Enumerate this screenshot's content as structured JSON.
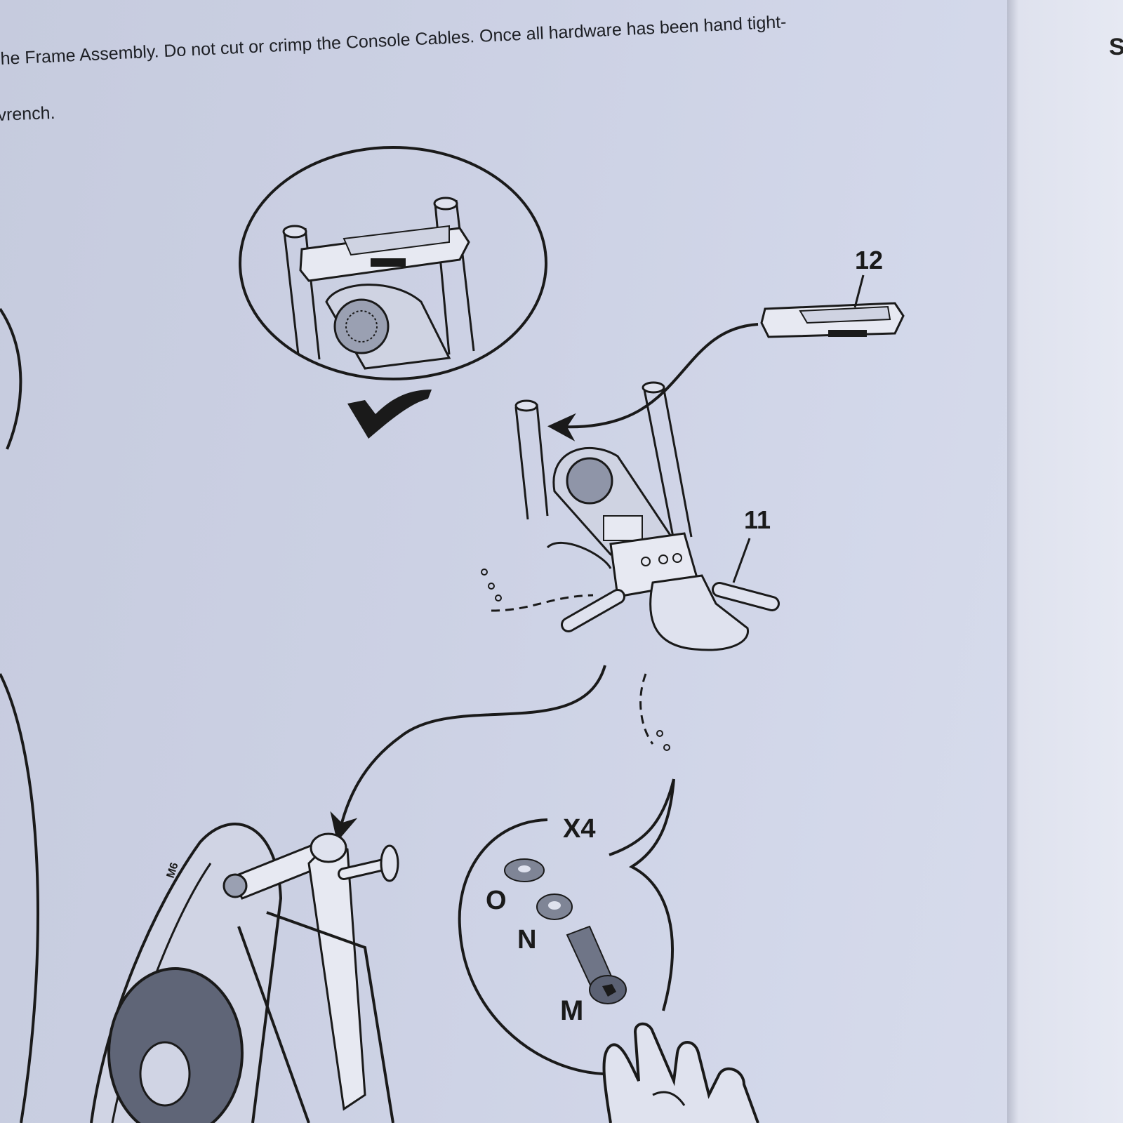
{
  "instruction": {
    "line1": "he Frame Assembly. Do not cut or crimp the Console Cables. Once all hardware has been hand tight-",
    "line2": "vrench."
  },
  "next_page_fragment": "S",
  "callouts": {
    "part_console_cover": "12",
    "part_handlebar": "11",
    "quantity": "X4"
  },
  "hardware": {
    "washer_flat": "O",
    "washer_split": "N",
    "bolt": "M"
  },
  "frame_badge": "M6",
  "icons": [
    "checkmark-icon",
    "arrow-icon",
    "hand-icon"
  ]
}
